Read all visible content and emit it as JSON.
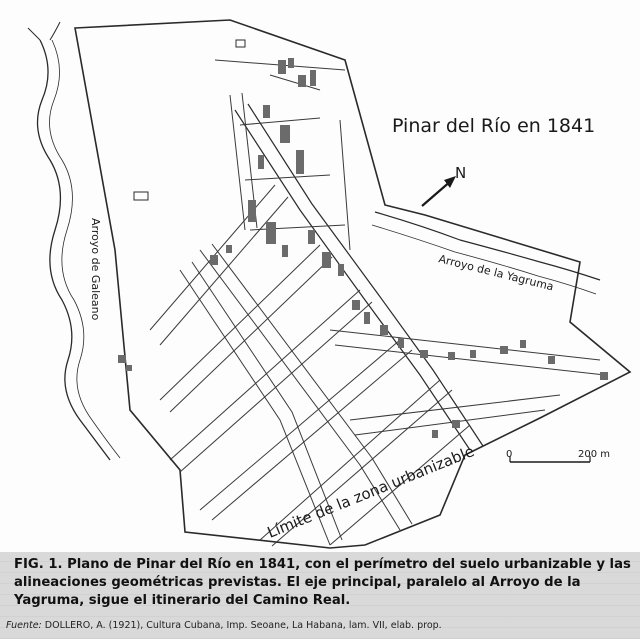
{
  "map": {
    "title": "Pinar del Río en 1841",
    "north_label": "N",
    "stream_west": "Arroyo de Galeano",
    "stream_east": "Arroyo de la Yagruma",
    "perimeter_label": "Límite de la zona urbanizable",
    "scale_start": "0",
    "scale_end": "200 m"
  },
  "caption": {
    "text": "FIG. 1. Plano de Pinar del Río en 1841, con el perímetro del suelo urbanizable y las alineaciones geométricas previstas. El eje principal, paralelo al Arroyo de la Yagruma, sigue el itinerario del Camino Real."
  },
  "source": {
    "label": "Fuente:",
    "text": "DOLLERO, A. (1921), Cultura Cubana, Imp. Seoane, La Habana, lam. VII, elab. prop."
  },
  "colors": {
    "ink": "#2a2a2a",
    "block": "#6b6b6b",
    "panel": "#fdfdfd"
  }
}
